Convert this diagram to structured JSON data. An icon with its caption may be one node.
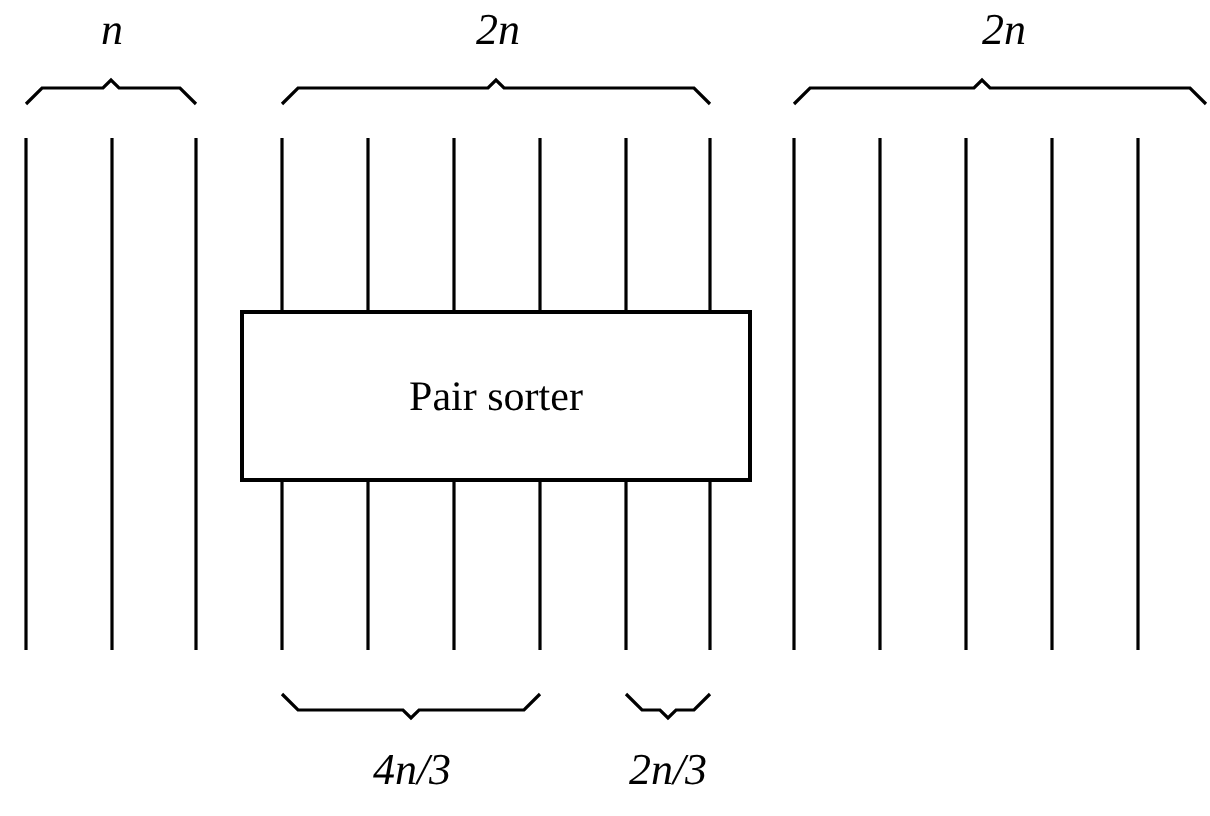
{
  "diagram": {
    "nodes": [
      {
        "text": [
          "Pair sorter"
        ]
      }
    ],
    "labels": [
      "n",
      "2n",
      "2n",
      "4n/3",
      "2n/3"
    ]
  }
}
